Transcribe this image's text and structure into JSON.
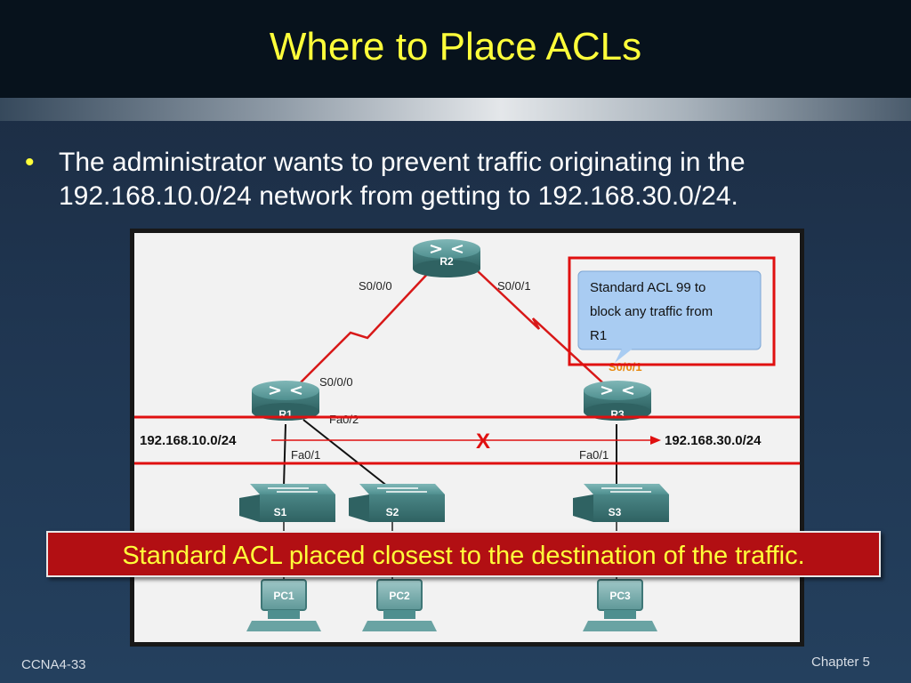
{
  "slide": {
    "title": "Where to Place ACLs",
    "bullet": "The administrator wants to prevent traffic originating in the 192.168.10.0/24 network from getting to 192.168.30.0/24.",
    "conclusion": "Standard ACL placed closest to the destination of the traffic.",
    "footer_left": "CCNA4-33",
    "footer_right": "Chapter 5"
  },
  "diagram": {
    "routers": {
      "r1": "R1",
      "r2": "R2",
      "r3": "R3"
    },
    "switches": {
      "s1": "S1",
      "s2": "S2",
      "s3": "S3"
    },
    "pcs": {
      "pc1": "PC1",
      "pc2": "PC2",
      "pc3": "PC3"
    },
    "interfaces": {
      "r2_left": "S0/0/0",
      "r2_right": "S0/0/1",
      "r1_serial": "S0/0/0",
      "r1_fa2": "Fa0/2",
      "r1_fa1": "Fa0/1",
      "r3_serial": "S0/0/1",
      "r3_fa1": "Fa0/1"
    },
    "networks": {
      "source": "192.168.10.0/24",
      "destination": "192.168.30.0/24"
    },
    "block_mark": "X",
    "callout_line1": "Standard ACL 99 to",
    "callout_line2": "block any traffic from",
    "callout_line3": "R1"
  },
  "colors": {
    "title": "#ffff3a",
    "highlight_red": "#e01010",
    "callout_fill": "#a9ccf2",
    "device_teal": "#4f8f8f"
  },
  "icons": [
    "router-icon",
    "switch-icon",
    "pc-icon",
    "callout-icon"
  ]
}
